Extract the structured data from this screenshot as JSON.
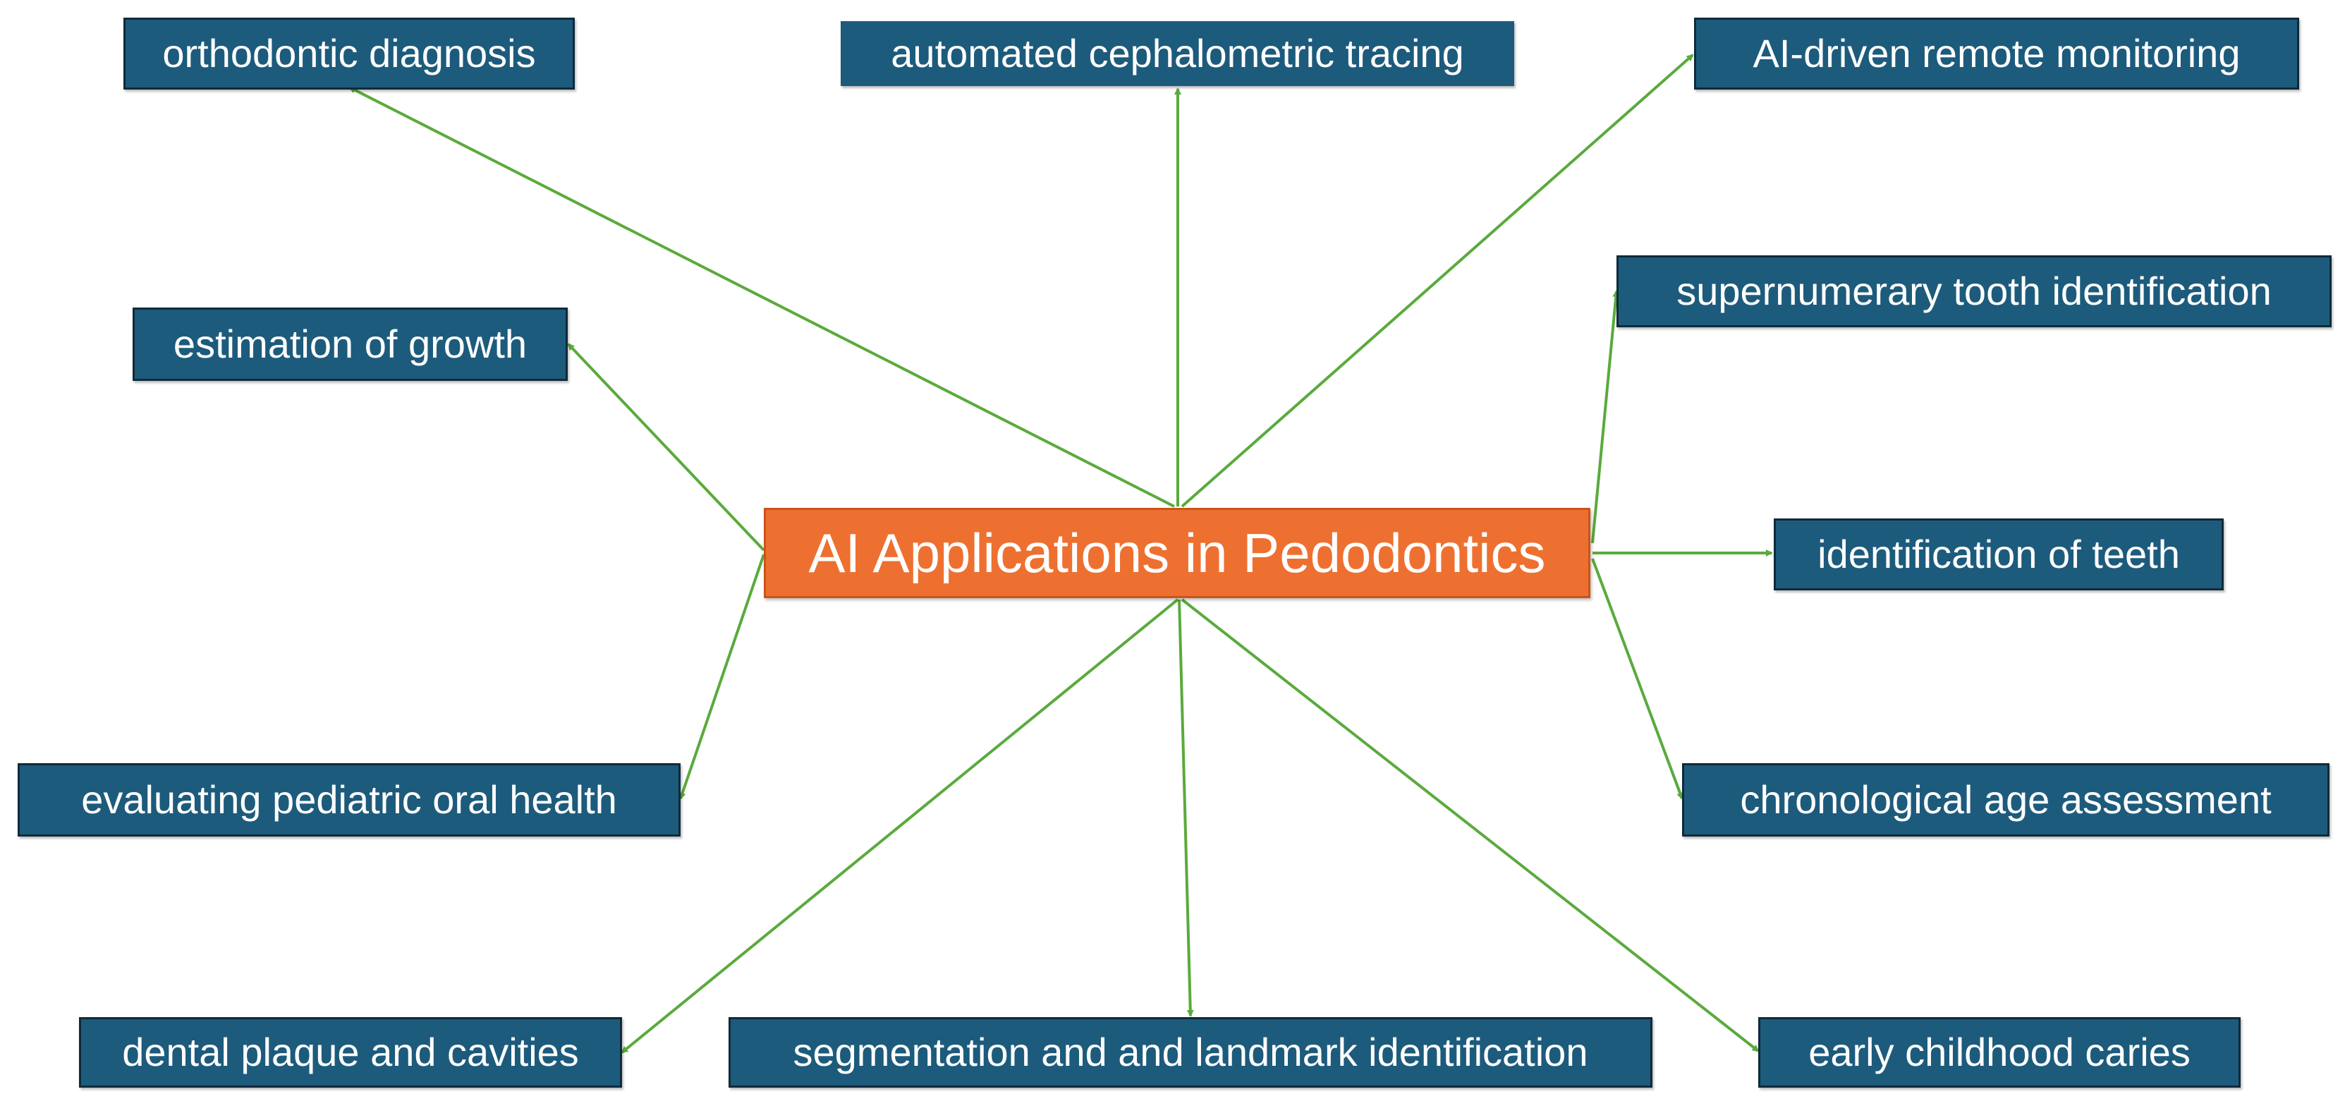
{
  "diagram": {
    "center": "AI Applications in Pedodontics",
    "nodes": {
      "orthodontic": "orthodontic diagnosis",
      "ceph": "automated cephalometric tracing",
      "remote": "AI-driven remote monitoring",
      "growth": "estimation of growth",
      "supernum": "supernumerary tooth identification",
      "identteeth": "identification of teeth",
      "evaluating": "evaluating pediatric oral health",
      "chrono": "chronological age assessment",
      "plaque": "dental plaque and cavities",
      "segment": "segmentation and and landmark identification",
      "caries": "early childhood caries"
    },
    "colors": {
      "center_fill": "#ee7030",
      "node_fill": "#1d5b7c",
      "node_border": "#0f2a3a",
      "arrow": "#5aaa3c"
    }
  }
}
